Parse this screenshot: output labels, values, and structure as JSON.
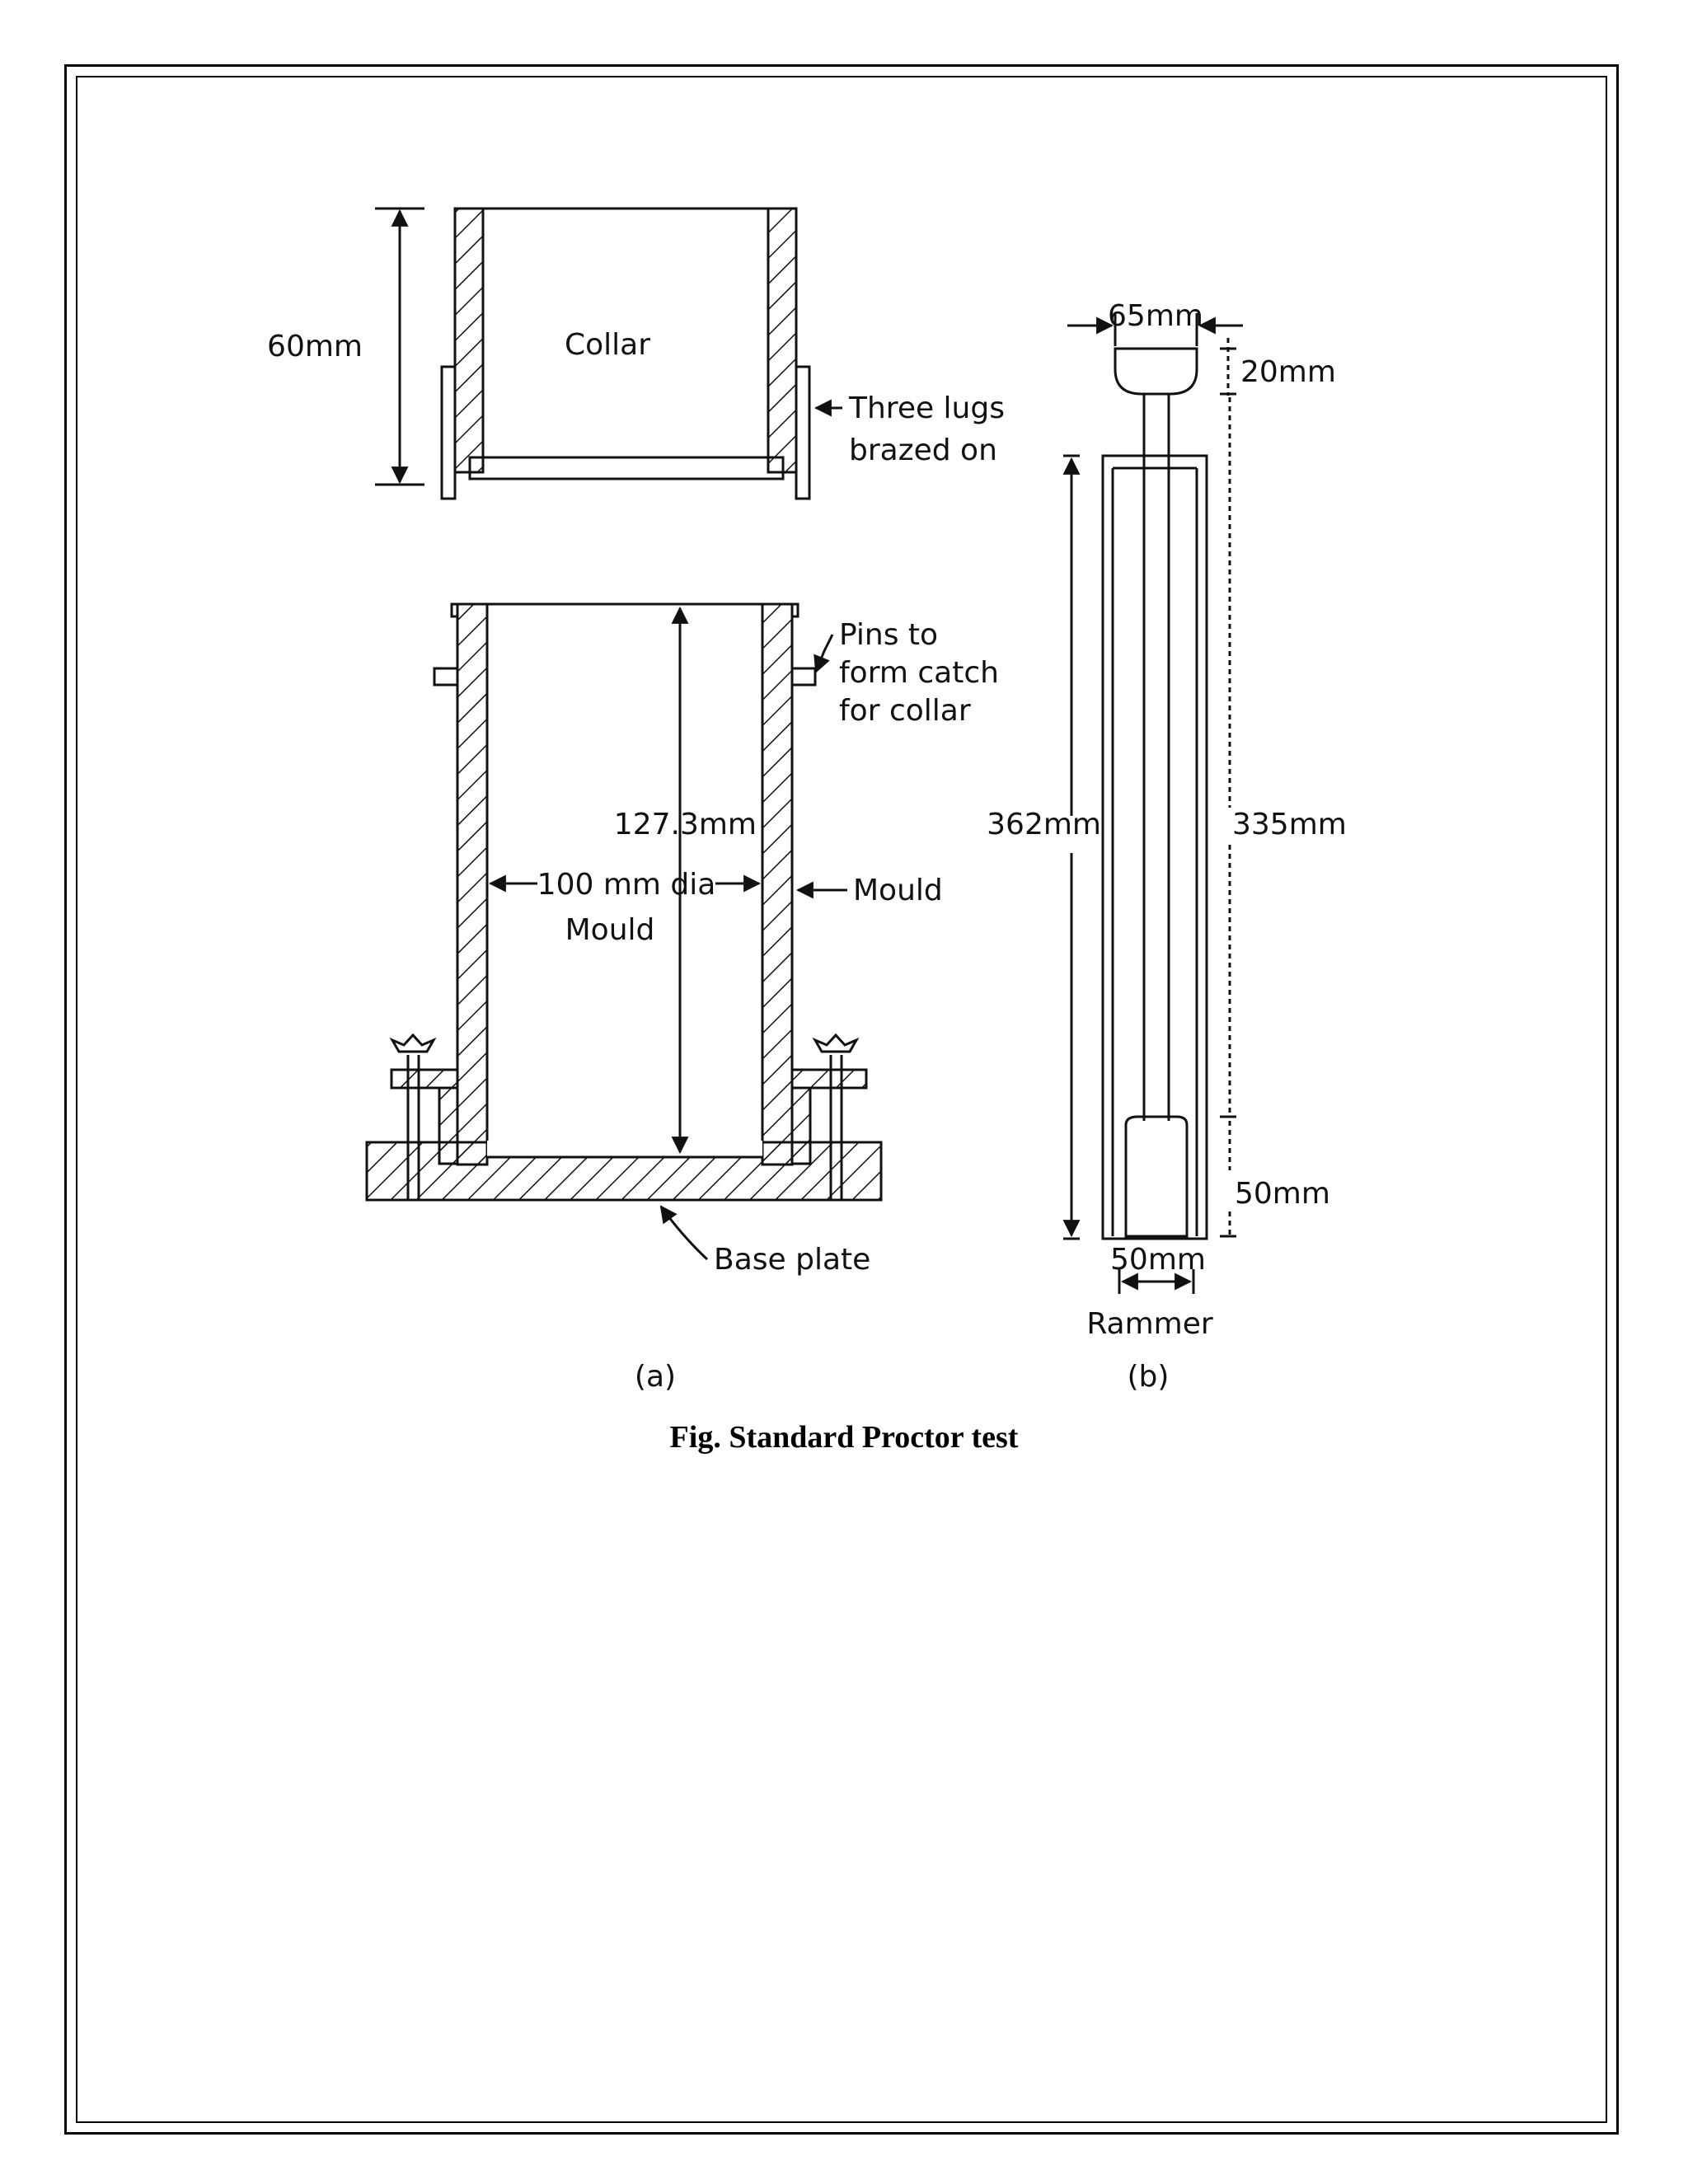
{
  "labels": {
    "collar": "Collar",
    "collar_height": "60mm",
    "lugs_line1": "Three lugs",
    "lugs_line2": "brazed on",
    "pins_line1": "Pins to",
    "pins_line2": "form catch",
    "pins_line3": "for collar",
    "mould_height": "127.3mm",
    "mould_dia": "100 mm dia",
    "mould_inside": "Mould",
    "mould_outside": "Mould",
    "base_plate": "Base plate",
    "part_a": "(a)",
    "rammer_width": "65mm",
    "rammer_top": "20mm",
    "rammer_total": "362mm",
    "rammer_guide": "335mm",
    "rammer_foot": "50mm",
    "rammer_foot_width": "50mm",
    "rammer": "Rammer",
    "part_b": "(b)"
  },
  "caption": "Fig. Standard Proctor test"
}
